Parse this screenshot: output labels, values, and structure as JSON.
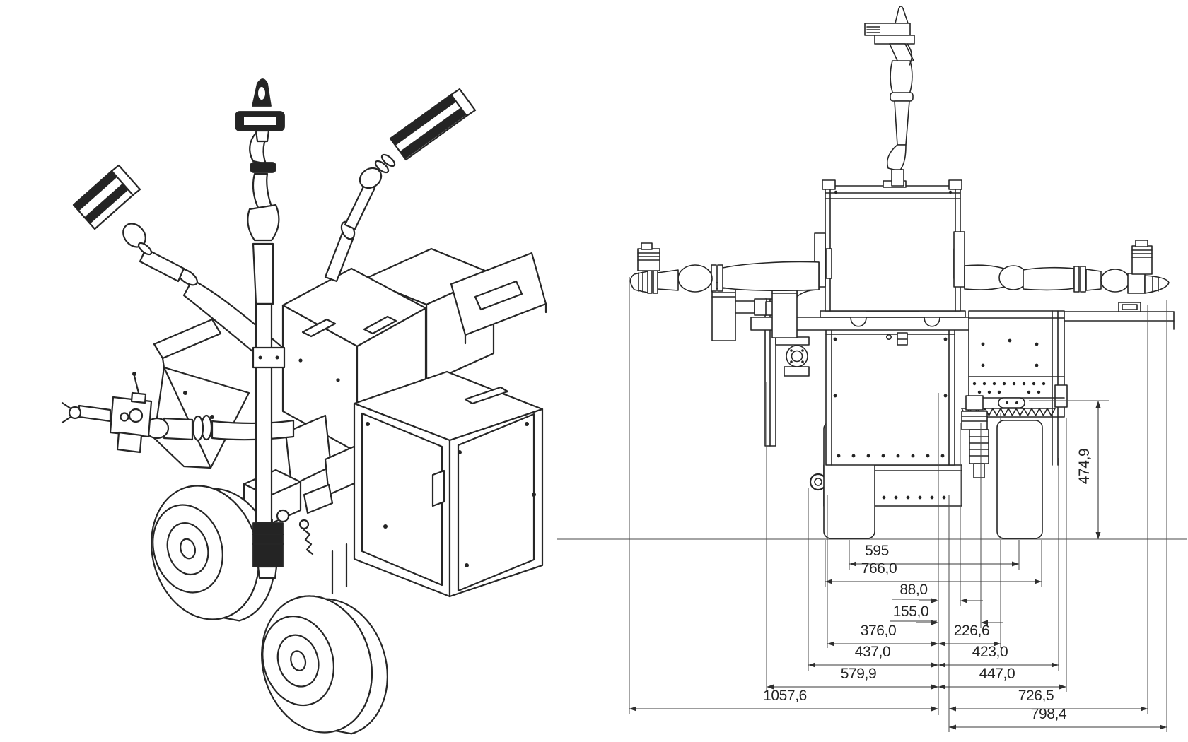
{
  "meta": {
    "paper_color": "#ffffff",
    "ink_color": "#262626",
    "drawing_type": "technical drawing, two views of a wheeled field robot with manipulator arms"
  },
  "dims": {
    "wheel_height": "474,9",
    "track": "595",
    "width_over_tires": "766,0",
    "offset_88": "88,0",
    "offset_155": "155,0",
    "left_376": "376,0",
    "right_226": "226,6",
    "left_437": "437,0",
    "right_423": "423,0",
    "left_579": "579,9",
    "right_447": "447,0",
    "left_1057": "1057,6",
    "right_726": "726,5",
    "right_798": "798,4"
  }
}
